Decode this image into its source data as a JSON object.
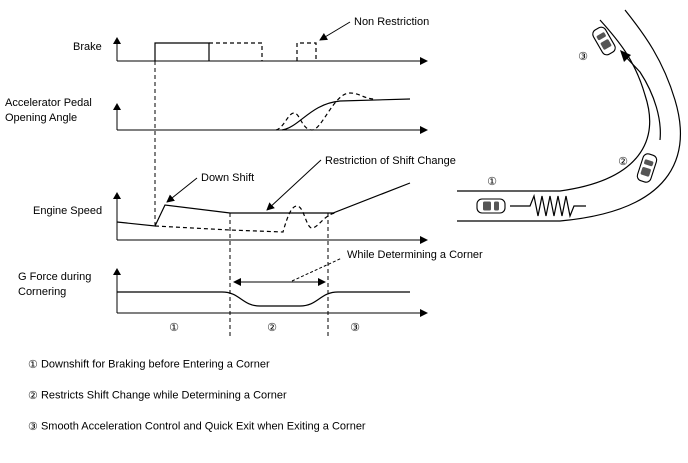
{
  "labels": {
    "brake": "Brake",
    "accel_line1": "Accelerator Pedal",
    "accel_line2": "Opening Angle",
    "engine_speed": "Engine Speed",
    "gforce_line1": "G Force during",
    "gforce_line2": "Cornering",
    "non_restriction": "Non Restriction",
    "down_shift": "Down Shift",
    "restriction": "Restriction of Shift Change",
    "while_determining": "While Determining a Corner"
  },
  "phase_markers": [
    "①",
    "②",
    "③"
  ],
  "legend": [
    {
      "num": "①",
      "text": "Downshift for Braking before Entering a Corner"
    },
    {
      "num": "②",
      "text": "Restricts Shift Change while Determining a Corner"
    },
    {
      "num": "③",
      "text": "Smooth Acceleration Control and Quick Exit when Exiting a Corner"
    }
  ]
}
